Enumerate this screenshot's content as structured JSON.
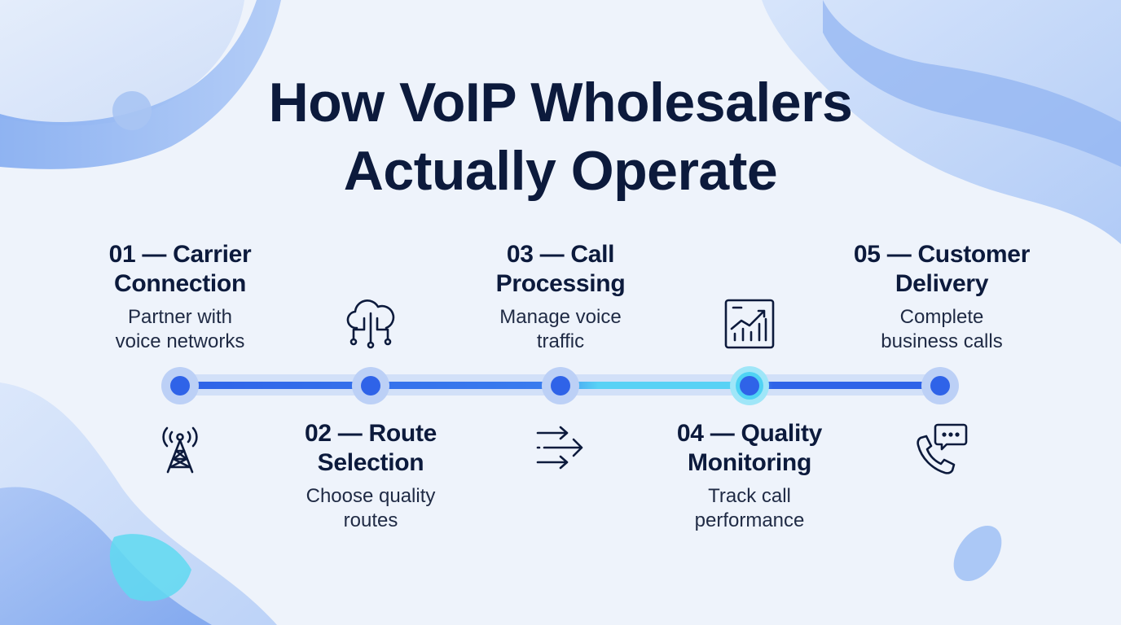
{
  "title": {
    "line1": "How VoIP Wholesalers",
    "line2": "Actually Operate"
  },
  "colors": {
    "accent": "#2f63e8",
    "highlight": "#4fd3f4",
    "text": "#0c1a3c"
  },
  "steps": [
    {
      "heading1": "01 — Carrier",
      "heading2": "Connection",
      "desc1": "Partner with",
      "desc2": "voice networks",
      "icon": "cell-tower-icon"
    },
    {
      "heading1": "02 — Route",
      "heading2": "Selection",
      "desc1": "Choose quality",
      "desc2": "routes",
      "icon": "cloud-network-icon"
    },
    {
      "heading1": "03 — Call",
      "heading2": "Processing",
      "desc1": "Manage voice",
      "desc2": "traffic",
      "icon": "forward-arrows-icon"
    },
    {
      "heading1": "04 — Quality",
      "heading2": "Monitoring",
      "desc1": "Track call",
      "desc2": "performance",
      "icon": "trend-chart-icon"
    },
    {
      "heading1": "05 — Customer",
      "heading2": "Delivery",
      "desc1": "Complete",
      "desc2": "business calls",
      "icon": "phone-chat-icon"
    }
  ]
}
